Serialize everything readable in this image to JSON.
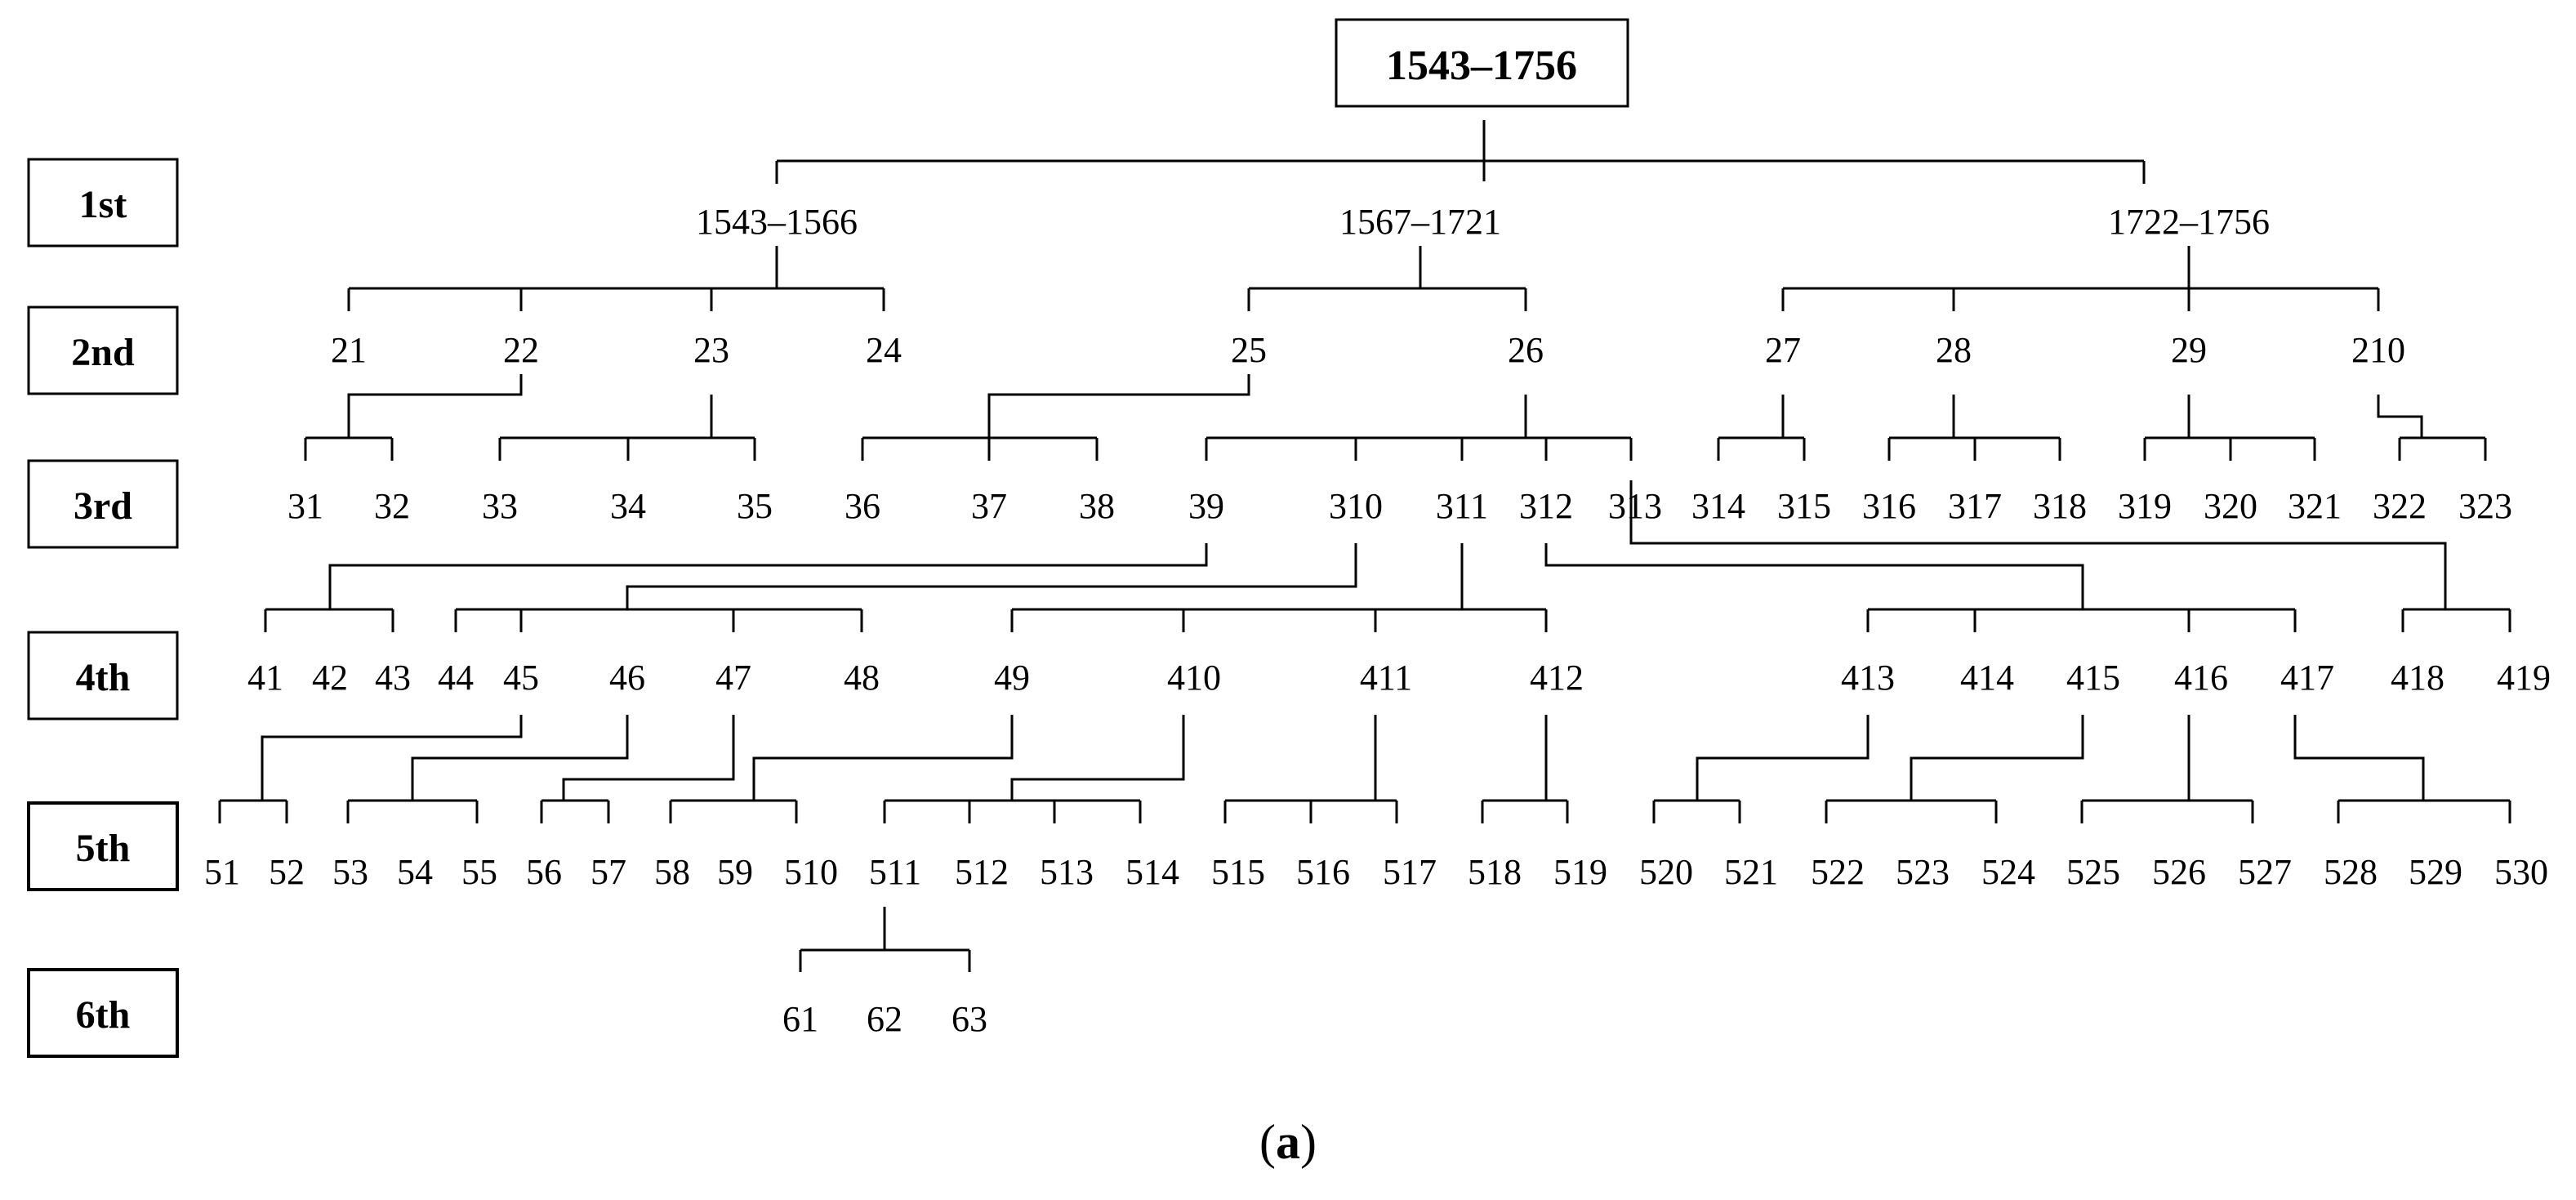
{
  "root": {
    "label": "1543–1756"
  },
  "generations": [
    "1st",
    "2nd",
    "3rd",
    "4th",
    "5th",
    "6th"
  ],
  "nodes": {
    "g1": [
      "1543–1566",
      "1567–1721",
      "1722–1756"
    ],
    "g2": [
      "21",
      "22",
      "23",
      "24",
      "25",
      "26",
      "27",
      "28",
      "29",
      "210"
    ],
    "g3": [
      "31",
      "32",
      "33",
      "34",
      "35",
      "36",
      "37",
      "38",
      "39",
      "310",
      "311",
      "312",
      "313",
      "314",
      "315",
      "316",
      "317",
      "318",
      "319",
      "320",
      "321",
      "322",
      "323"
    ],
    "g4": [
      "41",
      "42",
      "43",
      "44",
      "45",
      "46",
      "47",
      "48",
      "49",
      "410",
      "411",
      "412",
      "413",
      "414",
      "415",
      "416",
      "417",
      "418",
      "419"
    ],
    "g5": [
      "51",
      "52",
      "53",
      "54",
      "55",
      "56",
      "57",
      "58",
      "59",
      "510",
      "511",
      "512",
      "513",
      "514",
      "515",
      "516",
      "517",
      "518",
      "519",
      "520",
      "521",
      "522",
      "523",
      "524",
      "525",
      "526",
      "527",
      "528",
      "529",
      "530"
    ],
    "g6": [
      "61",
      "62",
      "63"
    ]
  },
  "caption": {
    "open": "(",
    "letter": "a",
    "close": ")"
  }
}
